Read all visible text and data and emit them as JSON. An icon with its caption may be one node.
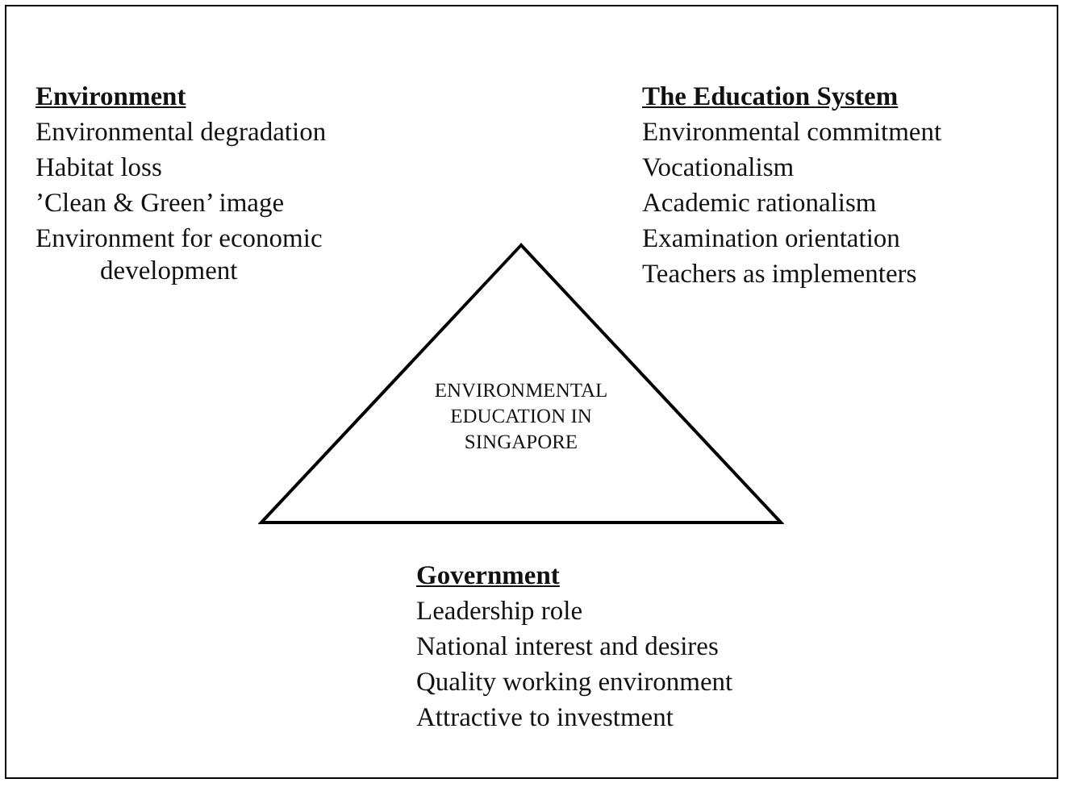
{
  "diagram": {
    "nodes": [
      {
        "text": [
          "ENVIRONMENTAL EDUCATION IN SINGAPORE"
        ]
      }
    ],
    "labels": [
      "Environment",
      "Environmental degradation",
      "Habitat loss",
      "’Clean & Green’ image",
      "Environment for economic development",
      "The Education System",
      "Environmental commitment",
      "Vocationalism",
      "Academic rationalism",
      "Examination orientation",
      "Teachers as implementers",
      "Government",
      "Leadership role",
      "National interest and desires",
      "Quality working environment",
      "Attractive to investment"
    ]
  }
}
